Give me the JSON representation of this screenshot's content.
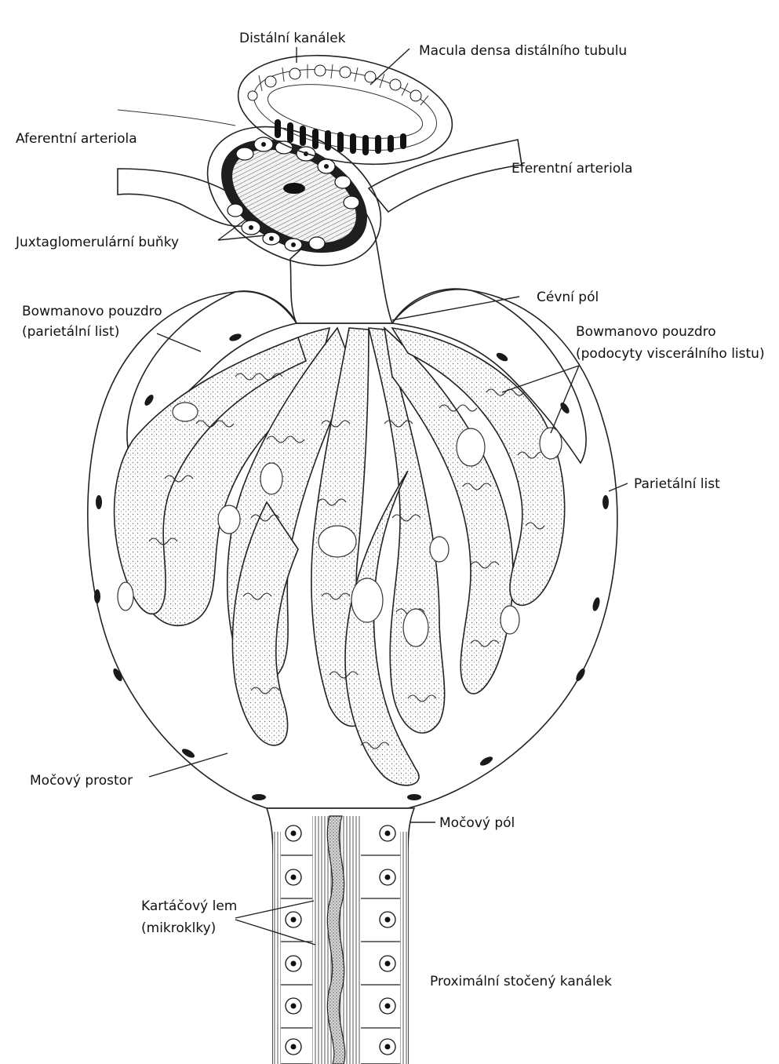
{
  "labels": {
    "distal_tubule": "Distální kanálek",
    "macula_densa": "Macula densa distálního tubulu",
    "afferent_arteriole": "Aferentní arteriola",
    "efferent_arteriole": "Eferentní arteriola",
    "juxtaglomerular_cells": "Juxtaglomerulární buňky",
    "bowman_parietal_line1": "Bowmanovo pouzdro",
    "bowman_parietal_line2": "(parietální list)",
    "vascular_pole": "Cévní pól",
    "bowman_podocytes_line1": "Bowmanovo pouzdro",
    "bowman_podocytes_line2": "(podocyty viscerálního listu)",
    "parietal_layer": "Parietální list",
    "urinary_space": "Močový prostor",
    "urinary_pole": "Močový pól",
    "brush_border_line1": "Kartáčový lem",
    "brush_border_line2": "(mikroklky)",
    "proximal_tubule": "Proximální stočený kanálek"
  },
  "colors": {
    "ink": "#222222",
    "background": "#ffffff",
    "stipple": "#6b6b6b"
  }
}
